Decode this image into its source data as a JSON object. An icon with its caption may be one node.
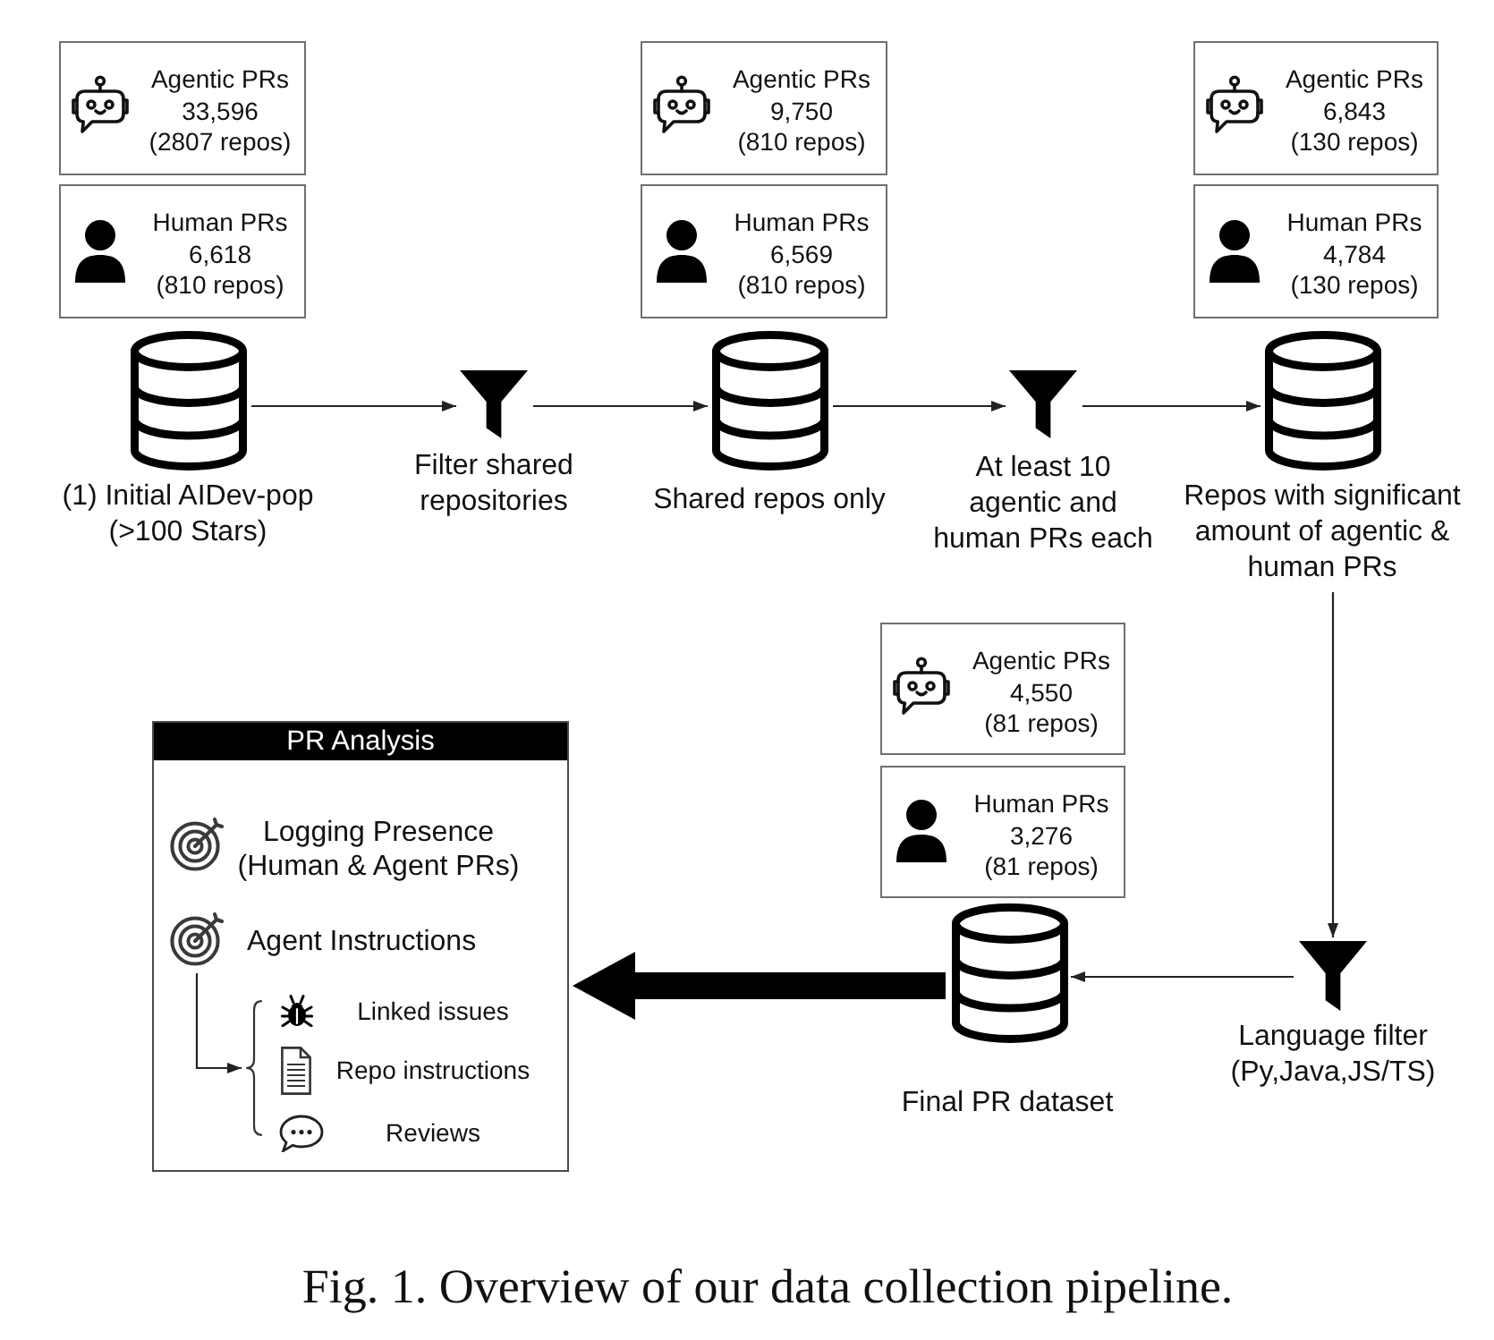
{
  "diagram": {
    "caption": "Fig. 1. Overview of our data collection pipeline.",
    "nodes": [
      {
        "text": [
          "Agentic PRs",
          "33,596",
          "(2807 repos)"
        ]
      },
      {
        "text": [
          "Human PRs",
          "6,618",
          "(810 repos)"
        ]
      },
      {
        "text": [],
        "shape": "cylinder",
        "beside": [
          "(1) Initial AIDev-pop (>100 Stars)"
        ]
      },
      {
        "text": [],
        "shape": "funnel",
        "beside": [
          "Filter shared repositories"
        ]
      },
      {
        "text": [
          "Agentic PRs",
          "9,750",
          "(810 repos)"
        ]
      },
      {
        "text": [
          "Human PRs",
          "6,569",
          "(810 repos)"
        ]
      },
      {
        "text": [],
        "shape": "cylinder",
        "beside": [
          "Shared repos only"
        ]
      },
      {
        "text": [],
        "shape": "funnel",
        "beside": [
          "At least 10 agentic and human PRs each"
        ]
      },
      {
        "text": [
          "Agentic PRs",
          "6,843",
          "(130 repos)"
        ]
      },
      {
        "text": [
          "Human PRs",
          "4,784",
          "(130 repos)"
        ]
      },
      {
        "text": [],
        "shape": "cylinder",
        "beside": [
          "Repos with significant amount of agentic & human PRs"
        ]
      },
      {
        "text": [],
        "shape": "funnel",
        "beside": [
          "Language filter (Py,Java,JS/TS)"
        ]
      },
      {
        "text": [
          "Agentic PRs",
          "4,550",
          "(81 repos)"
        ]
      },
      {
        "text": [
          "Human PRs",
          "3,276",
          "(81 repos)"
        ]
      },
      {
        "text": [],
        "shape": "cylinder",
        "beside": [
          "Final PR dataset"
        ]
      },
      {
        "text": [
          "PR Analysis"
        ]
      },
      {
        "text": [
          "Logging Presence (Human & Agent PRs)"
        ],
        "in": 15
      },
      {
        "text": [
          "Agent Instructions"
        ],
        "in": 15
      },
      {
        "text": [],
        "shape": "brace",
        "in": 15
      },
      {
        "text": [
          "Linked issues"
        ],
        "in": 15
      },
      {
        "text": [
          "Repo instructions"
        ],
        "in": 15
      },
      {
        "text": [
          "Reviews"
        ],
        "in": 15
      }
    ],
    "edges": [
      {
        "from": 2,
        "to": 3,
        "arrow": "to"
      },
      {
        "from": 3,
        "to": 6,
        "arrow": "to"
      },
      {
        "from": 6,
        "to": 7,
        "arrow": "to"
      },
      {
        "from": 7,
        "to": 10,
        "arrow": "to"
      },
      {
        "from": 10,
        "to": 11,
        "arrow": "to"
      },
      {
        "from": 11,
        "to": 14,
        "arrow": "to"
      },
      {
        "from": 14,
        "to": 15,
        "arrow": "to",
        "style": "thick"
      },
      {
        "from": 17,
        "to": 18,
        "arrow": "to"
      }
    ]
  }
}
